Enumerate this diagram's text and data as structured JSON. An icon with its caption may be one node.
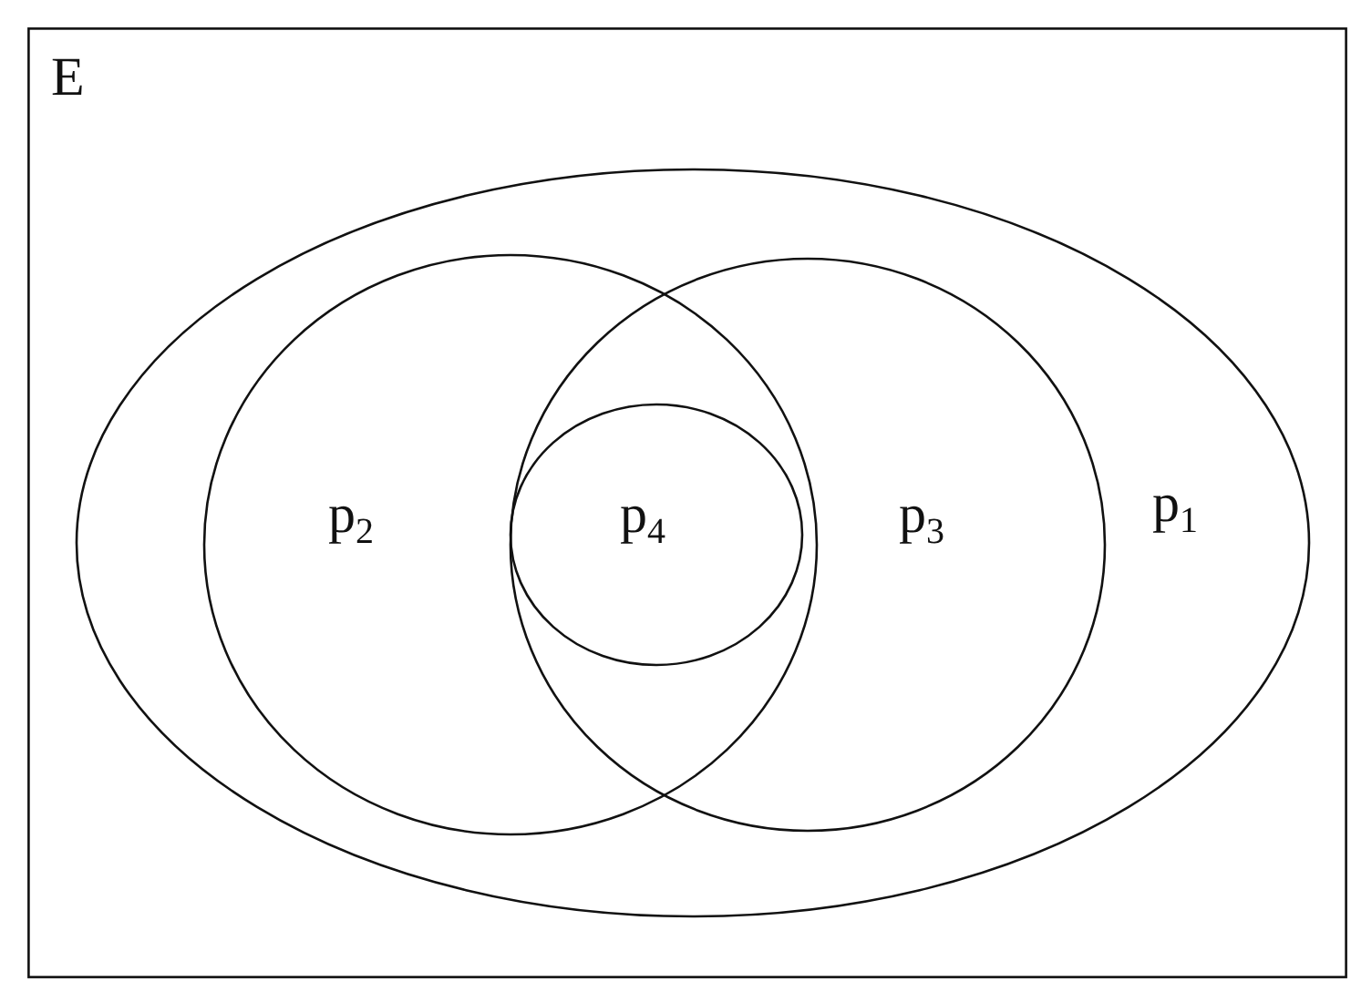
{
  "diagram": {
    "nodes": [
      {
        "text": [
          "E"
        ]
      },
      {
        "text": [
          "p$_{1}$"
        ],
        "in": 0
      },
      {
        "text": [
          "p$_{2}$"
        ],
        "in": 1
      },
      {
        "text": [
          "p$_{3}$"
        ],
        "in": 1
      },
      {
        "text": [
          "p$_{4}$"
        ]
      }
    ]
  }
}
